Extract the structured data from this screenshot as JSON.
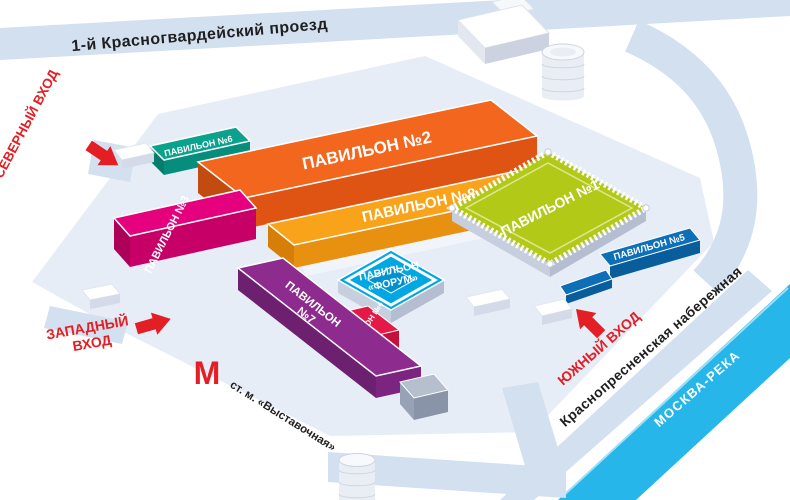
{
  "streets": {
    "north_street": "1-й Красногвардейский проезд",
    "embankment": "Краснопресненская набережная",
    "river": "МОСКВА-РЕКА"
  },
  "entrances": {
    "north": "СЕВЕРНЫЙ ВХОД",
    "west": {
      "line1": "ЗАПАДНЫЙ",
      "line2": "ВХОД"
    },
    "south": "ЮЖНЫЙ ВХОД"
  },
  "metro": {
    "logo": "М",
    "station": "ст. м. «Выставочная»"
  },
  "pavilions": {
    "p1": {
      "label": "ПАВИЛЬОН №1",
      "color": "#b3c918"
    },
    "p2": {
      "label": "ПАВИЛЬОН №2",
      "color": "#f2661d"
    },
    "p3": {
      "label": "ПАВИЛЬОН №3",
      "color": "#e5007d"
    },
    "p4": {
      "label": "ПАВИЛЬОН №4",
      "color": "#e41947"
    },
    "p5": {
      "label": "ПАВИЛЬОН №5",
      "color": "#0c6fb8"
    },
    "p6": {
      "label": "ПАВИЛЬОН №6",
      "color": "#0aa28c"
    },
    "p7": {
      "line1": "ПАВИЛЬОН",
      "line2": "№7",
      "color": "#8d2b8f"
    },
    "p8": {
      "label": "ПАВИЛЬОН №8",
      "color": "#f9a31b"
    },
    "forum": {
      "line1": "ПАВИЛЬОН",
      "line2": "«ФОРУМ»",
      "color": "#00a7e3"
    }
  },
  "colors": {
    "entrance_red": "#e31e24",
    "road": "#d3e0f0",
    "ground": "#e7edf6",
    "river": "#27b6e9",
    "street_text": "#1f1f1f"
  }
}
